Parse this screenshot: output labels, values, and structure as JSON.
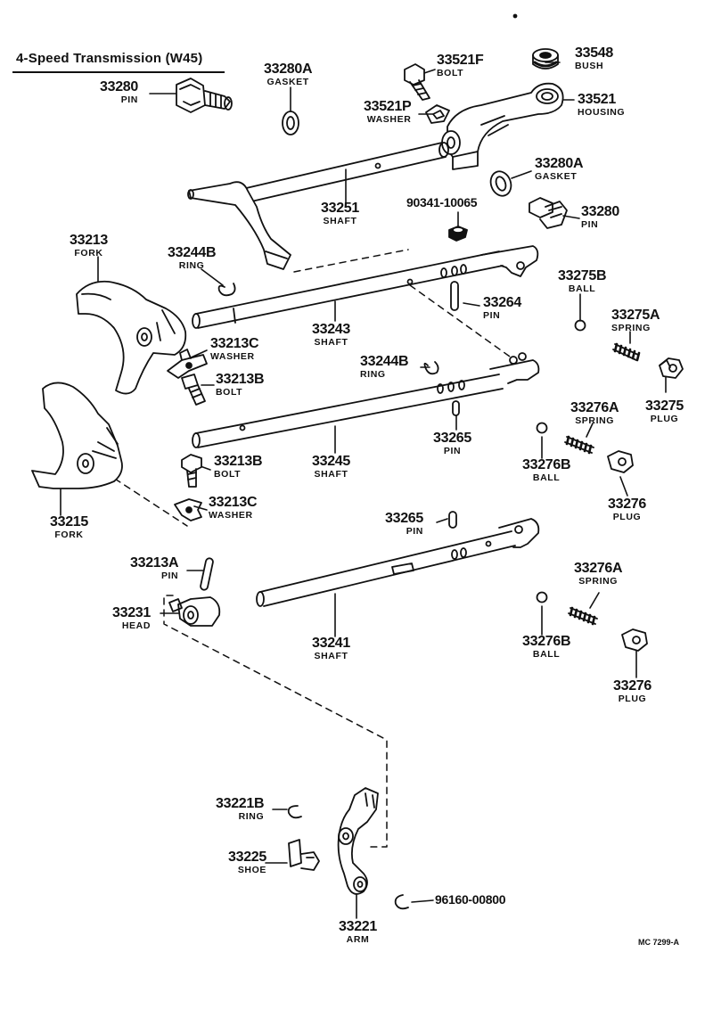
{
  "diagram": {
    "title": "4-Speed Transmission (W45)",
    "figure_code": "MC 7299-A",
    "callouts": [
      {
        "id": "c33280a",
        "number": "33280A",
        "name": "GASKET"
      },
      {
        "id": "c33280top",
        "number": "33280",
        "name": "PIN"
      },
      {
        "id": "c33521f",
        "number": "33521F",
        "name": "BOLT"
      },
      {
        "id": "c33548",
        "number": "33548",
        "name": "BUSH"
      },
      {
        "id": "c33521p",
        "number": "33521P",
        "name": "WASHER"
      },
      {
        "id": "c33521",
        "number": "33521",
        "name": "HOUSING"
      },
      {
        "id": "c33280a2",
        "number": "33280A",
        "name": "GASKET"
      },
      {
        "id": "c33251",
        "number": "33251",
        "name": "SHAFT"
      },
      {
        "id": "c90341",
        "number": "90341-10065",
        "name": ""
      },
      {
        "id": "c33280r",
        "number": "33280",
        "name": "PIN"
      },
      {
        "id": "c33213",
        "number": "33213",
        "name": "FORK"
      },
      {
        "id": "c33244b",
        "number": "33244B",
        "name": "RING"
      },
      {
        "id": "c33275b",
        "number": "33275B",
        "name": "BALL"
      },
      {
        "id": "c33264",
        "number": "33264",
        "name": "PIN"
      },
      {
        "id": "c33243",
        "number": "33243",
        "name": "SHAFT"
      },
      {
        "id": "c33275a",
        "number": "33275A",
        "name": "SPRING"
      },
      {
        "id": "c33213c",
        "number": "33213C",
        "name": "WASHER"
      },
      {
        "id": "c33244b2",
        "number": "33244B",
        "name": "RING"
      },
      {
        "id": "c33213b",
        "number": "33213B",
        "name": "BOLT"
      },
      {
        "id": "c33275",
        "number": "33275",
        "name": "PLUG"
      },
      {
        "id": "c33276a",
        "number": "33276A",
        "name": "SPRING"
      },
      {
        "id": "c33265",
        "number": "33265",
        "name": "PIN"
      },
      {
        "id": "c33213b2",
        "number": "33213B",
        "name": "BOLT"
      },
      {
        "id": "c33245",
        "number": "33245",
        "name": "SHAFT"
      },
      {
        "id": "c33276b",
        "number": "33276B",
        "name": "BALL"
      },
      {
        "id": "c33276",
        "number": "33276",
        "name": "PLUG"
      },
      {
        "id": "c33213c2",
        "number": "33213C",
        "name": "WASHER"
      },
      {
        "id": "c33215",
        "number": "33215",
        "name": "FORK"
      },
      {
        "id": "c33265b",
        "number": "33265",
        "name": "PIN"
      },
      {
        "id": "c33213a",
        "number": "33213A",
        "name": "PIN"
      },
      {
        "id": "c33276a2",
        "number": "33276A",
        "name": "SPRING"
      },
      {
        "id": "c33231",
        "number": "33231",
        "name": "HEAD"
      },
      {
        "id": "c33241",
        "number": "33241",
        "name": "SHAFT"
      },
      {
        "id": "c33276b2",
        "number": "33276B",
        "name": "BALL"
      },
      {
        "id": "c33276b3",
        "number": "33276",
        "name": "PLUG"
      },
      {
        "id": "c33221b",
        "number": "33221B",
        "name": "RING"
      },
      {
        "id": "c33225",
        "number": "33225",
        "name": "SHOE"
      },
      {
        "id": "c96160",
        "number": "96160-00800",
        "name": ""
      },
      {
        "id": "c33221",
        "number": "33221",
        "name": "ARM"
      }
    ]
  }
}
